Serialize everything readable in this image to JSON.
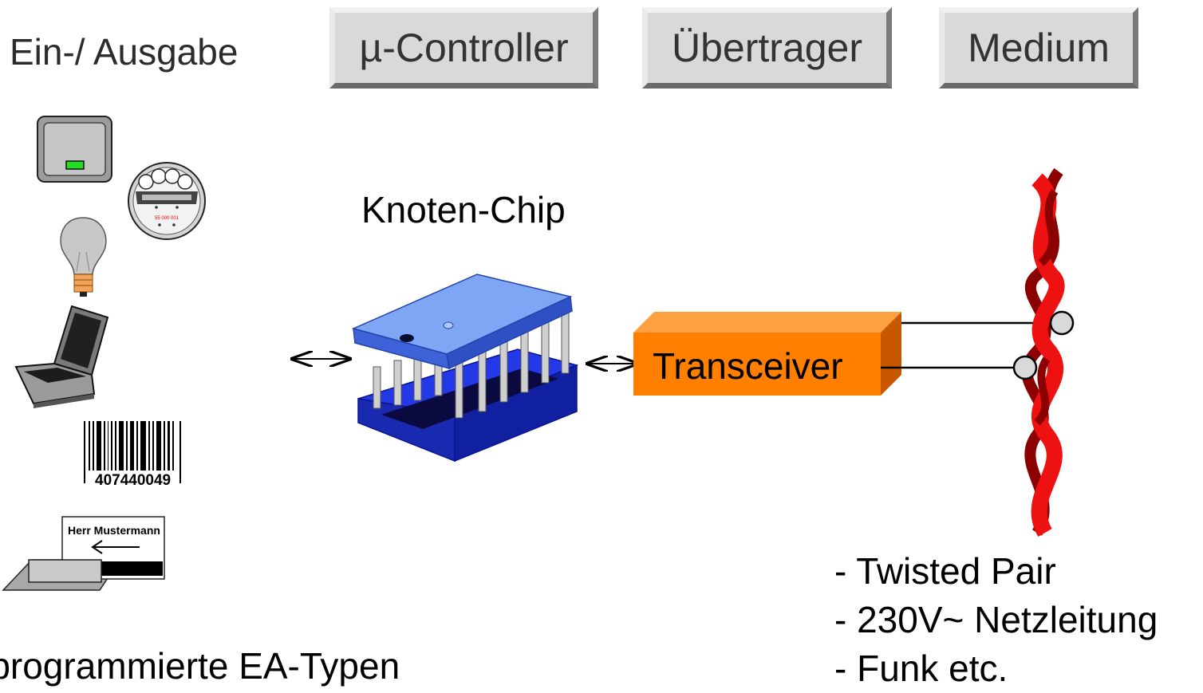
{
  "header": {
    "io_label": "Ein-/ Ausgabe",
    "buttons": [
      {
        "label": "µ-Controller"
      },
      {
        "label": "Übertrager"
      },
      {
        "label": "Medium"
      }
    ]
  },
  "chip": {
    "title": "Knoten-Chip"
  },
  "transceiver": {
    "label": "Transceiver",
    "color": "#ff8000"
  },
  "medium": {
    "items": [
      "- Twisted Pair",
      "- 230V~ Netzleitung",
      "- Funk etc."
    ]
  },
  "io": {
    "barcode_number": "407440049",
    "card_name": "Herr Mustermann",
    "caption": "rprogrammierte EA-Typen",
    "meter_number": "55 000 001"
  },
  "icons": [
    "switch-icon",
    "meter-icon",
    "light-bulb-icon",
    "laptop-icon",
    "barcode-icon",
    "card-reader-icon",
    "chip-icon",
    "twisted-pair-icon"
  ],
  "colors": {
    "chip_blue": "#4a7ae8",
    "socket_blue": "#1a2fd0",
    "cable_red": "#ee1111",
    "cable_dark": "#8b0000"
  }
}
